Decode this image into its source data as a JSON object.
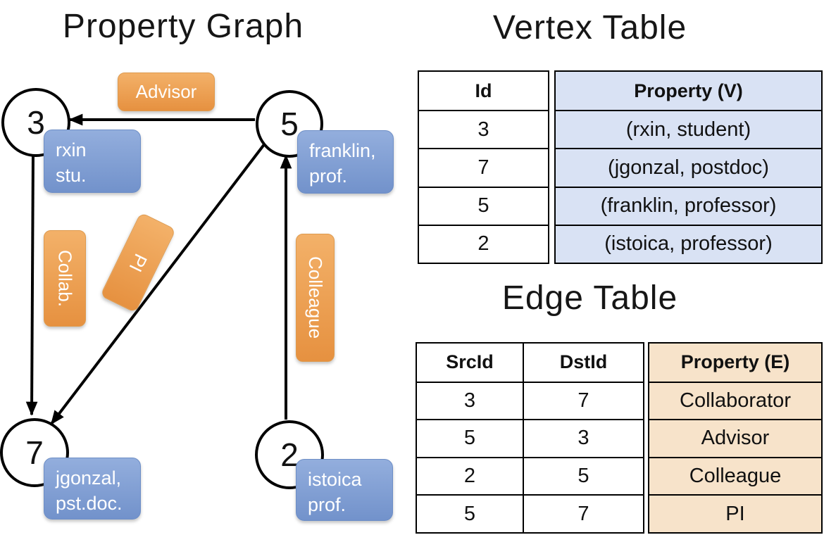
{
  "graph": {
    "title": "Property Graph",
    "vertices": [
      {
        "id": "3",
        "label_lines": [
          "rxin",
          "stu."
        ]
      },
      {
        "id": "5",
        "label_lines": [
          "franklin,",
          "prof."
        ]
      },
      {
        "id": "7",
        "label_lines": [
          "jgonzal,",
          "pst.doc."
        ]
      },
      {
        "id": "2",
        "label_lines": [
          "istoica",
          "prof."
        ]
      }
    ],
    "edges": [
      {
        "src": "5",
        "dst": "3",
        "label": "Advisor"
      },
      {
        "src": "3",
        "dst": "7",
        "label": "Collab."
      },
      {
        "src": "5",
        "dst": "7",
        "label": "PI"
      },
      {
        "src": "2",
        "dst": "5",
        "label": "Colleague"
      }
    ]
  },
  "vertex_table": {
    "title": "Vertex Table",
    "headers": {
      "id": "Id",
      "property": "Property (V)"
    },
    "rows": [
      {
        "id": "3",
        "property": "(rxin, student)"
      },
      {
        "id": "7",
        "property": "(jgonzal, postdoc)"
      },
      {
        "id": "5",
        "property": "(franklin, professor)"
      },
      {
        "id": "2",
        "property": "(istoica, professor)"
      }
    ]
  },
  "edge_table": {
    "title": "Edge Table",
    "headers": {
      "src": "SrcId",
      "dst": "DstId",
      "property": "Property (E)"
    },
    "rows": [
      {
        "src": "3",
        "dst": "7",
        "property": "Collaborator"
      },
      {
        "src": "5",
        "dst": "3",
        "property": "Advisor"
      },
      {
        "src": "2",
        "dst": "5",
        "property": "Colleague"
      },
      {
        "src": "5",
        "dst": "7",
        "property": "PI"
      }
    ]
  },
  "colors": {
    "edge_accent_light": "#F3B169",
    "edge_accent_dark": "#E69140",
    "vertex_accent_light": "#93AEDD",
    "vertex_accent_dark": "#7292CB",
    "vertex_fill": "#D9E2F4",
    "edge_fill": "#F7E3CA",
    "line": "#000000"
  }
}
